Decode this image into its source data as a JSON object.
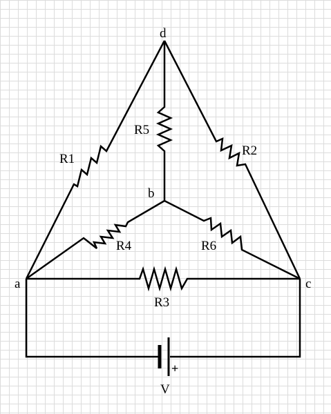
{
  "nodes": {
    "a": "a",
    "b": "b",
    "c": "c",
    "d": "d"
  },
  "resistors": {
    "r1": "R1",
    "r2": "R2",
    "r3": "R3",
    "r4": "R4",
    "r5": "R5",
    "r6": "R6"
  },
  "battery": {
    "label": "V",
    "plus": "+"
  }
}
